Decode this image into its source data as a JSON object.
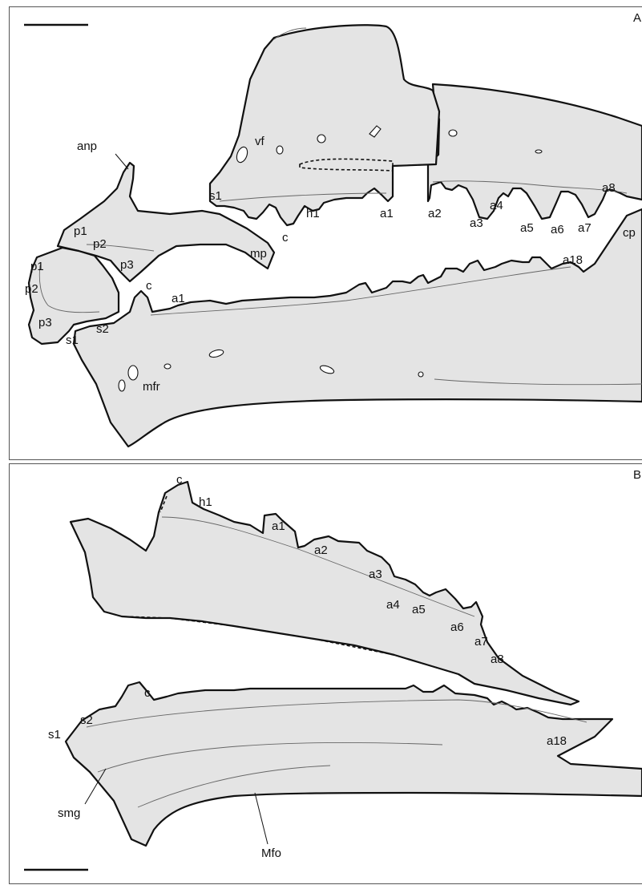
{
  "panel_a": {
    "letter": "A",
    "labels": {
      "anp": "anp",
      "vf": "vf",
      "s1_up": "s1",
      "h1_up": "h1",
      "c_up": "c",
      "a1_up": "a1",
      "a2_up": "a2",
      "a3_up": "a3",
      "a4_up": "a4",
      "a5_up": "a5",
      "a6_up": "a6",
      "a7_up": "a7",
      "a8_up": "a8",
      "mp": "mp",
      "cp": "cp",
      "p1_pm": "p1",
      "p2_pm": "p2",
      "p3_pm": "p3",
      "p1_lo": "p1",
      "p2_lo": "p2",
      "p3_lo": "p3",
      "c_lo": "c",
      "a1_lo": "a1",
      "a18_lo": "a18",
      "s1_lo": "s1",
      "s2_lo": "s2",
      "mfr": "mfr"
    }
  },
  "panel_b": {
    "letter": "B",
    "labels": {
      "c_up": "c",
      "h1_up": "h1",
      "a1_up": "a1",
      "a2_up": "a2",
      "a3_up": "a3",
      "a4_up": "a4",
      "a5_up": "a5",
      "a6_up": "a6",
      "a7_up": "a7",
      "a8_up": "a8",
      "c_lo": "c",
      "s1_lo": "s1",
      "s2_lo": "s2",
      "a18_lo": "a18",
      "smg": "smg",
      "Mfo": "Mfo"
    }
  }
}
